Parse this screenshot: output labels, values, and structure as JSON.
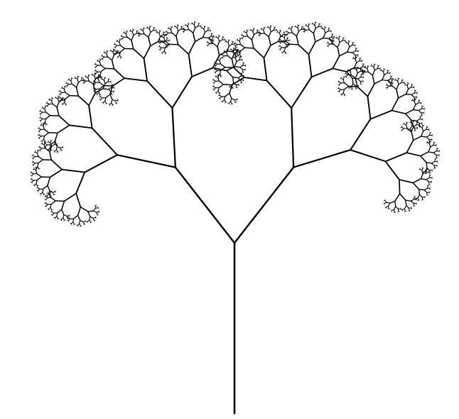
{
  "figure": {
    "kind": "fractal-tree",
    "depth": 10,
    "branch_angles_deg": [
      40,
      35
    ],
    "length_ratio": 0.62,
    "stroke_color": "#000000",
    "background_color": "#ffffff"
  }
}
